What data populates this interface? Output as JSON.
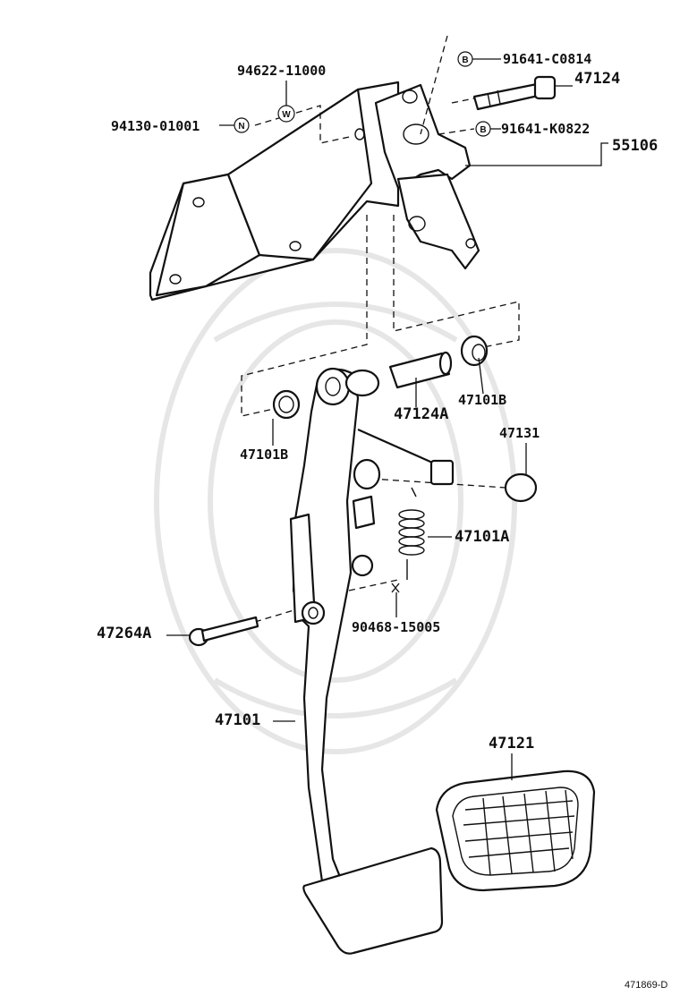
{
  "labels": {
    "p94622": "94622-11000",
    "p94130": "94130-01001",
    "p91641c": "91641-C0814",
    "p47124": "47124",
    "p91641k": "91641-K0822",
    "p55106": "55106",
    "p47124a": "47124A",
    "p47101b_right": "47101B",
    "p47101b_left": "47101B",
    "p47131": "47131",
    "p47101a": "47101A",
    "p47264a": "47264A",
    "p90468": "90468-15005",
    "p47101": "47101",
    "p47121": "47121"
  },
  "badges": {
    "n": "N",
    "w": "W",
    "b_top": "B",
    "b_mid": "B"
  },
  "reference_code": "471869-D"
}
